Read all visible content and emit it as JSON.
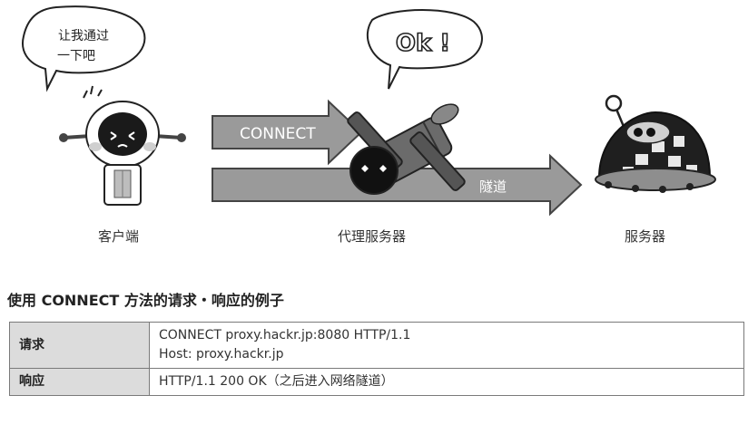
{
  "diagram": {
    "client_bubble": [
      "让我通过",
      "一下吧"
    ],
    "proxy_bubble": "Ok !",
    "arrow_connect": "CONNECT",
    "arrow_tunnel": "隧道",
    "label_client": "客户端",
    "label_proxy": "代理服务器",
    "label_server": "服务器"
  },
  "section_title": "使用 CONNECT 方法的请求・响应的例子",
  "table": {
    "rows": [
      {
        "header": "请求",
        "lines": [
          "CONNECT proxy.hackr.jp:8080 HTTP/1.1",
          "Host: proxy.hackr.jp"
        ]
      },
      {
        "header": "响应",
        "lines": [
          "HTTP/1.1 200 OK（之后进入网络隧道）"
        ]
      }
    ]
  }
}
